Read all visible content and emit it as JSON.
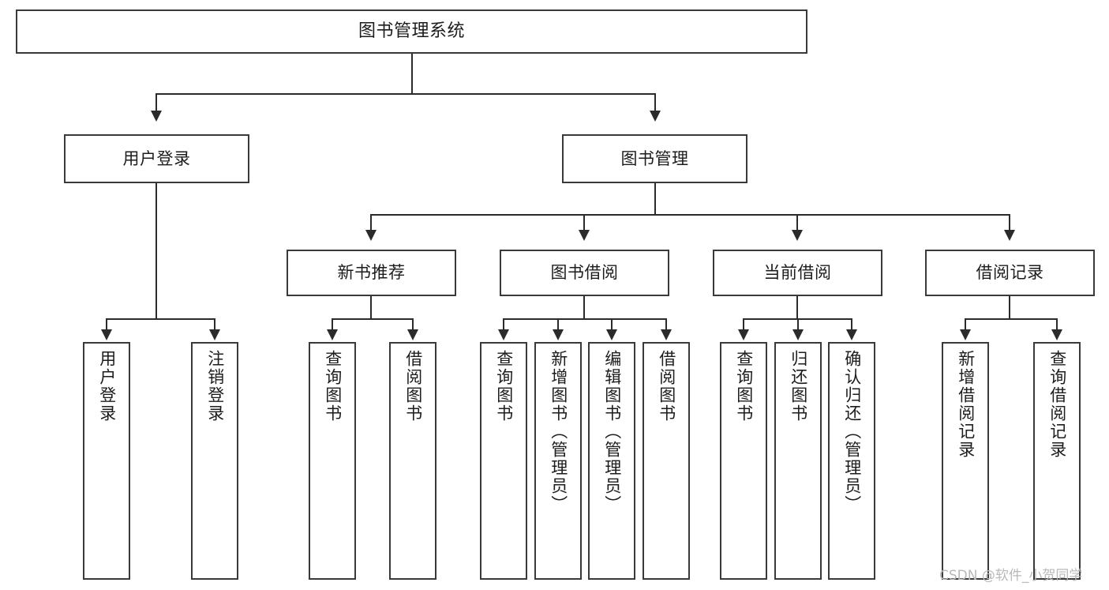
{
  "diagram": {
    "title": "图书管理系统",
    "type": "功能结构图",
    "root": {
      "label": "图书管理系统"
    },
    "level1": [
      {
        "label": "用户登录"
      },
      {
        "label": "图书管理"
      }
    ],
    "level2": [
      {
        "label": "新书推荐"
      },
      {
        "label": "图书借阅"
      },
      {
        "label": "当前借阅"
      },
      {
        "label": "借阅记录"
      }
    ],
    "leaves": {
      "user_login": [
        {
          "label": "用户登录"
        },
        {
          "label": "注销登录"
        }
      ],
      "new_book_recommend": [
        {
          "label": "查询图书"
        },
        {
          "label": "借阅图书"
        }
      ],
      "book_borrow": [
        {
          "label": "查询图书"
        },
        {
          "label": "新增图书（管理员）"
        },
        {
          "label": "编辑图书（管理员）"
        },
        {
          "label": "借阅图书"
        }
      ],
      "current_borrow": [
        {
          "label": "查询图书"
        },
        {
          "label": "归还图书"
        },
        {
          "label": "确认归还（管理员）"
        }
      ],
      "borrow_record": [
        {
          "label": "新增借阅记录"
        },
        {
          "label": "查询借阅记录"
        }
      ]
    }
  },
  "watermark": {
    "text": "CSDN @软件_小贺同学"
  },
  "colors": {
    "box_border": "#3a3a3a",
    "connector": "#2b2b2b",
    "background": "#ffffff",
    "text": "#1c1c1c",
    "watermark": "#b9b9b9"
  }
}
